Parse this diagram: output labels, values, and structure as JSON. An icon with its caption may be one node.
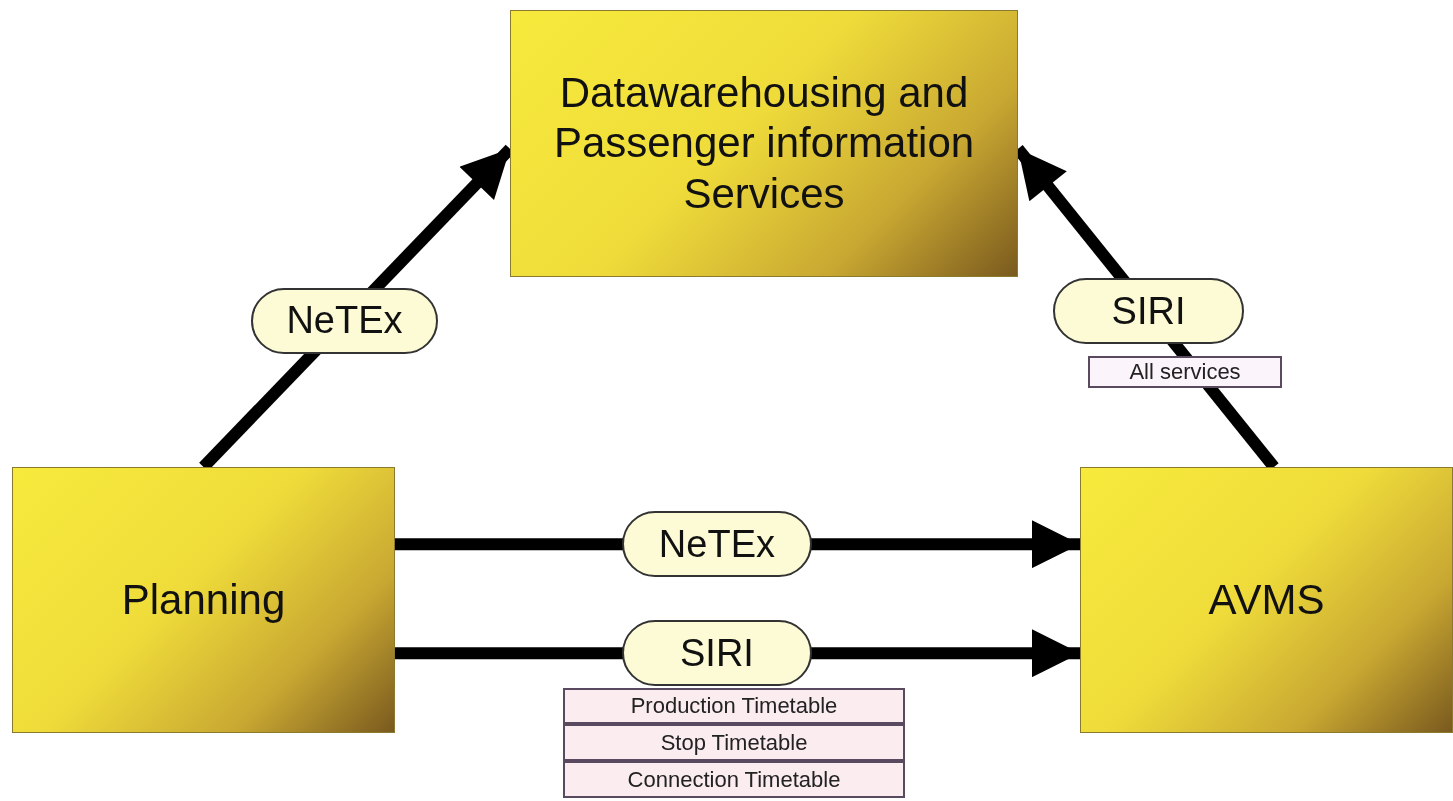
{
  "diagram": {
    "nodes": [
      {
        "text": [
          "Datawarehousing and Passenger information Services"
        ]
      },
      {
        "text": [
          "Planning"
        ]
      },
      {
        "text": [
          "AVMS"
        ]
      }
    ],
    "edges": [
      {
        "from": 1,
        "to": 0,
        "arrow": "to",
        "label": "NeTEx"
      },
      {
        "from": 2,
        "to": 0,
        "arrow": "to",
        "label": "SIRI"
      },
      {
        "from": 1,
        "to": 2,
        "arrow": "to",
        "label": "NeTEx"
      },
      {
        "from": 1,
        "to": 2,
        "arrow": "to",
        "label": "SIRI"
      }
    ],
    "labels": [
      "All services",
      "Production Timetable",
      "Stop Timetable",
      "Connection Timetable"
    ]
  }
}
